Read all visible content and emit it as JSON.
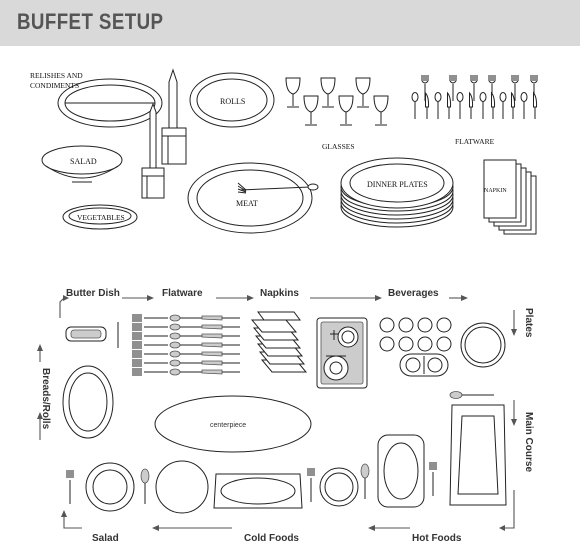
{
  "header": {
    "title": "BUFFET SETUP"
  },
  "top_diagram": {
    "relishes_label_1": "RELISHES AND",
    "relishes_label_2": "CONDIMENTS",
    "salad": "SALAD",
    "vegetables": "VEGETABLES",
    "rolls": "ROLLS",
    "meat": "MEAT",
    "glasses": "GLASSES",
    "flatware": "FLATWARE",
    "dinner_plates": "DINNER PLATES",
    "napkin": "NAPKIN"
  },
  "bottom_diagram": {
    "butter_dish": "Butter Dish",
    "flatware": "Flatware",
    "napkins": "Napkins",
    "beverages": "Beverages",
    "plates": "Plates",
    "main_course": "Main Course",
    "hot_foods": "Hot Foods",
    "cold_foods": "Cold Foods",
    "salad": "Salad",
    "breads_rolls": "Breads/Rolls",
    "centerpiece": "centerpiece"
  }
}
